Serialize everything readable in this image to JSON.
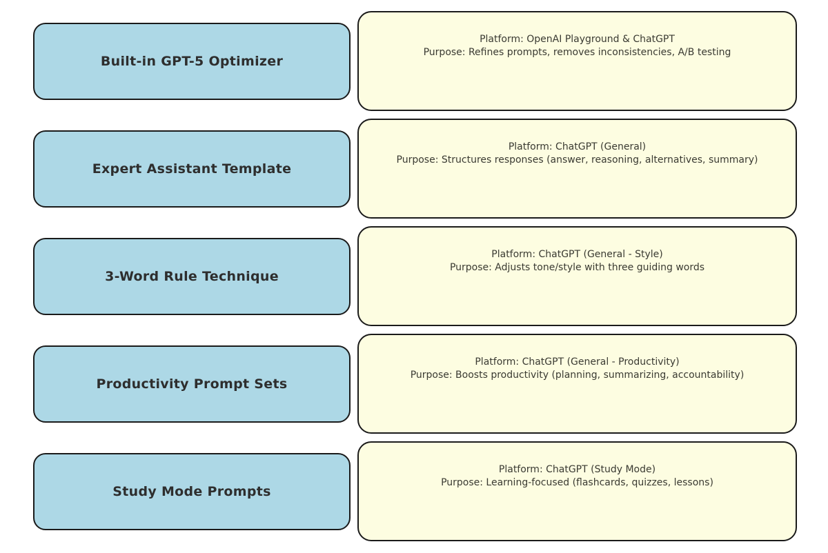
{
  "colors": {
    "background": "#ffffff",
    "label_box_fill": "#ADD8E6",
    "detail_box_fill": "#FDFDE1",
    "box_border": "#1a1a1a",
    "title_text": "#2e2e2e",
    "detail_text": "#3a3a32"
  },
  "rows": [
    {
      "title": "Built-in GPT-5 Optimizer",
      "platform": "Platform: OpenAI Playground & ChatGPT",
      "purpose": "Purpose: Refines prompts, removes inconsistencies, A/B testing"
    },
    {
      "title": "Expert Assistant Template",
      "platform": "Platform: ChatGPT (General)",
      "purpose": "Purpose: Structures responses (answer, reasoning, alternatives, summary)"
    },
    {
      "title": "3-Word Rule Technique",
      "platform": "Platform: ChatGPT (General - Style)",
      "purpose": "Purpose: Adjusts tone/style with three guiding words"
    },
    {
      "title": "Productivity Prompt Sets",
      "platform": "Platform: ChatGPT (General - Productivity)",
      "purpose": "Purpose: Boosts productivity (planning, summarizing, accountability)"
    },
    {
      "title": "Study Mode Prompts",
      "platform": "Platform: ChatGPT (Study Mode)",
      "purpose": "Purpose: Learning-focused (flashcards, quizzes, lessons)"
    }
  ]
}
